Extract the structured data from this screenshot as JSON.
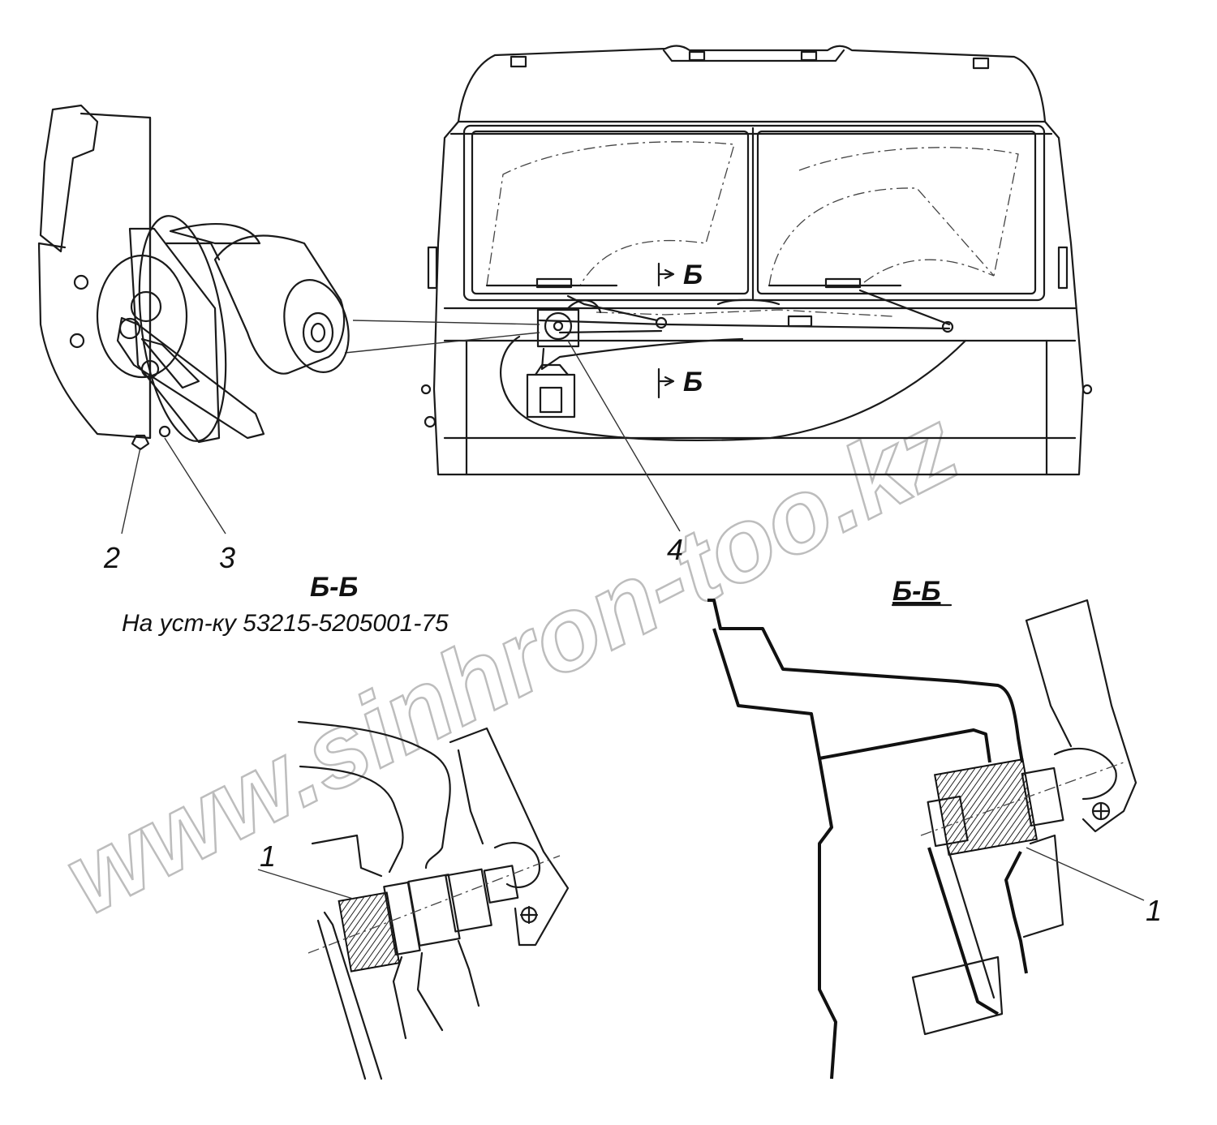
{
  "callouts": {
    "c1_left": "1",
    "c1_right": "1",
    "c2": "2",
    "c3": "3",
    "c4": "4"
  },
  "section_marks": {
    "upper": "Б",
    "lower": "Б"
  },
  "section_titles": {
    "left": "Б-Б",
    "right": "Б-Б"
  },
  "note": "На уст-ку 53215-5205001-75",
  "watermark": "www.sinhron-too.kz"
}
